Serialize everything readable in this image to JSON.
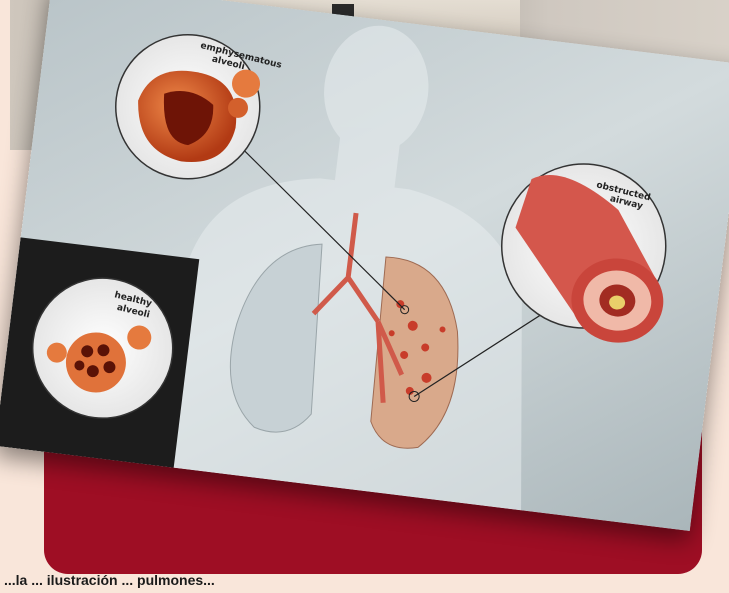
{
  "callouts": {
    "emphysematous_line1": "emphysematous",
    "emphysematous_line2": "alveoli",
    "obstructed_line1": "obstructed",
    "obstructed_line2": "airway",
    "healthy_line1": "healthy",
    "healthy_line2": "alveoli"
  },
  "caption": "...la ... ilustración ... pulmones..."
}
